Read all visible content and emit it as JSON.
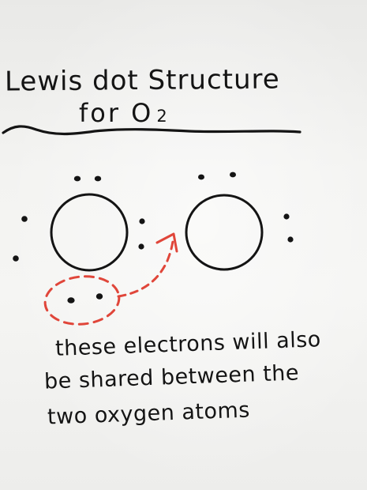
{
  "title": {
    "line1": "Lewis dot Structure",
    "line2": "for O",
    "subscript": "2"
  },
  "caption": {
    "line1": "these electrons will also",
    "line2": "be shared between the",
    "line3": "two oxygen atoms"
  },
  "colors": {
    "ink": "#141414",
    "annotation": "#e0463a"
  }
}
